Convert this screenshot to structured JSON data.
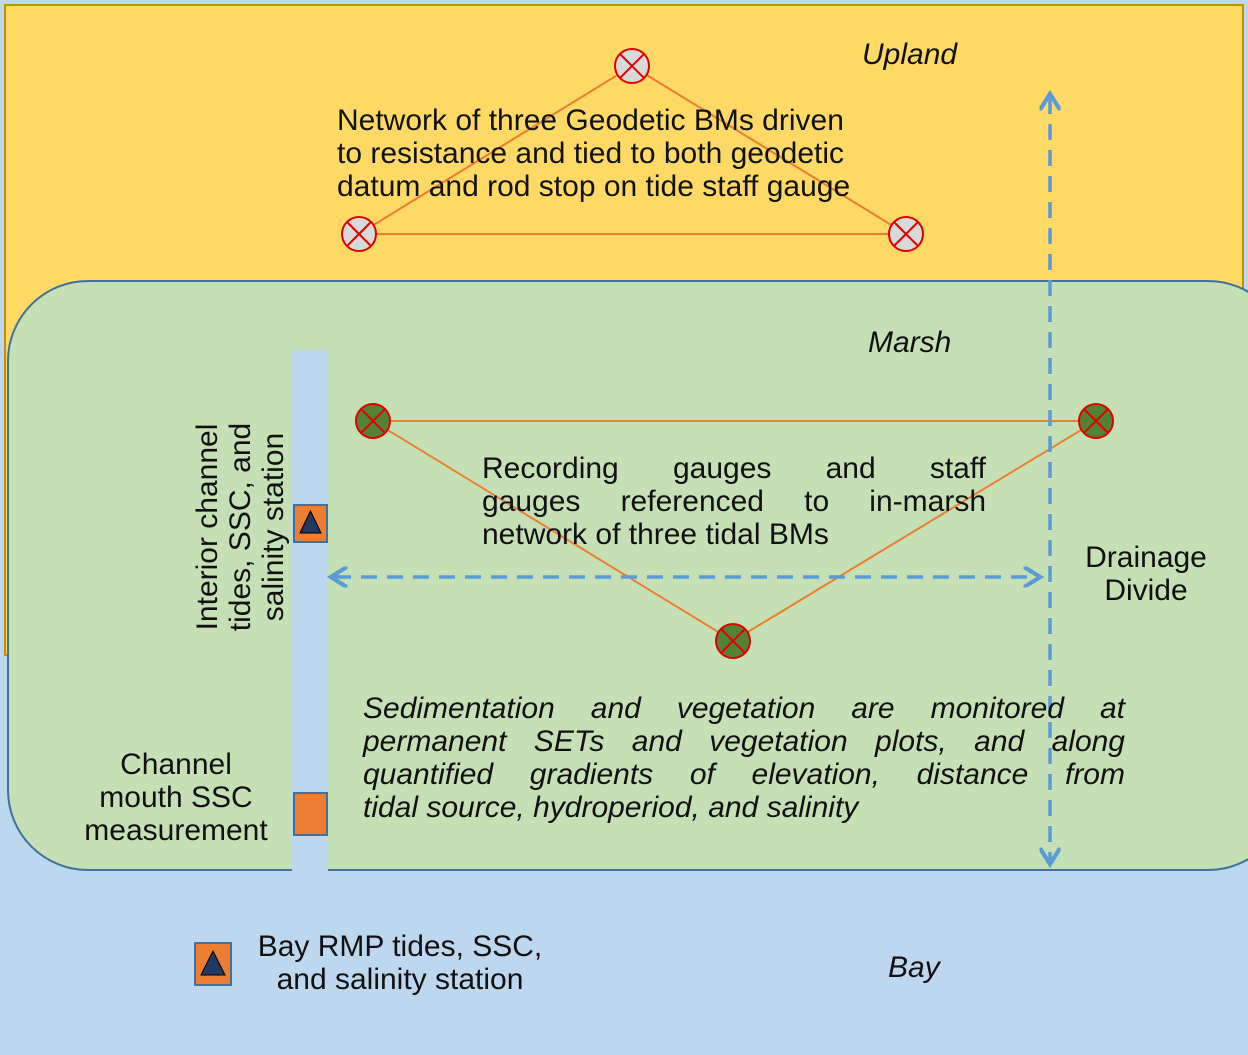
{
  "colors": {
    "upland": "#FFD966",
    "marsh": "#C5E0B4",
    "bay": "#BDD7EE",
    "channel": "#BDD7EE",
    "region_border": "#41719C",
    "bm_link": "#ED7D31",
    "bm_marker_outline": "#E00000",
    "geodetic_bm_fill": "#D9D9D9",
    "tidal_bm_fill": "#548235",
    "station_fill": "#ED7D31",
    "station_triangle": "#1F3864",
    "arrow": "#5B9BD5"
  },
  "regions": {
    "upland": "Upland",
    "marsh": "Marsh",
    "bay": "Bay"
  },
  "labels": {
    "geodetic_network": [
      "Network of three Geodetic BMs driven",
      "to resistance and tied to both geodetic",
      "datum and rod stop on tide staff gauge"
    ],
    "recording_gauges": [
      "Recording gauges and staff",
      "gauges referenced to in-marsh",
      "network of three tidal BMs"
    ],
    "drainage_divide": [
      "Drainage",
      "Divide"
    ],
    "interior_channel": [
      "Interior channel",
      "tides, SSC, and",
      "salinity station"
    ],
    "channel_mouth": [
      "Channel",
      "mouth SSC",
      "measurement"
    ],
    "sedimentation": [
      "Sedimentation and vegetation are monitored at",
      "permanent SETs and vegetation plots, and along",
      "quantified gradients of elevation, distance from",
      "tidal source, hydroperiod, and salinity"
    ],
    "bay_station": [
      "Bay RMP tides, SSC,",
      "and salinity station"
    ]
  },
  "icons": {
    "geodetic_bm": "crossed-circle-icon",
    "tidal_bm": "crossed-circle-icon",
    "tide_station": "triangle-in-square-icon",
    "ssc_station": "square-icon"
  }
}
